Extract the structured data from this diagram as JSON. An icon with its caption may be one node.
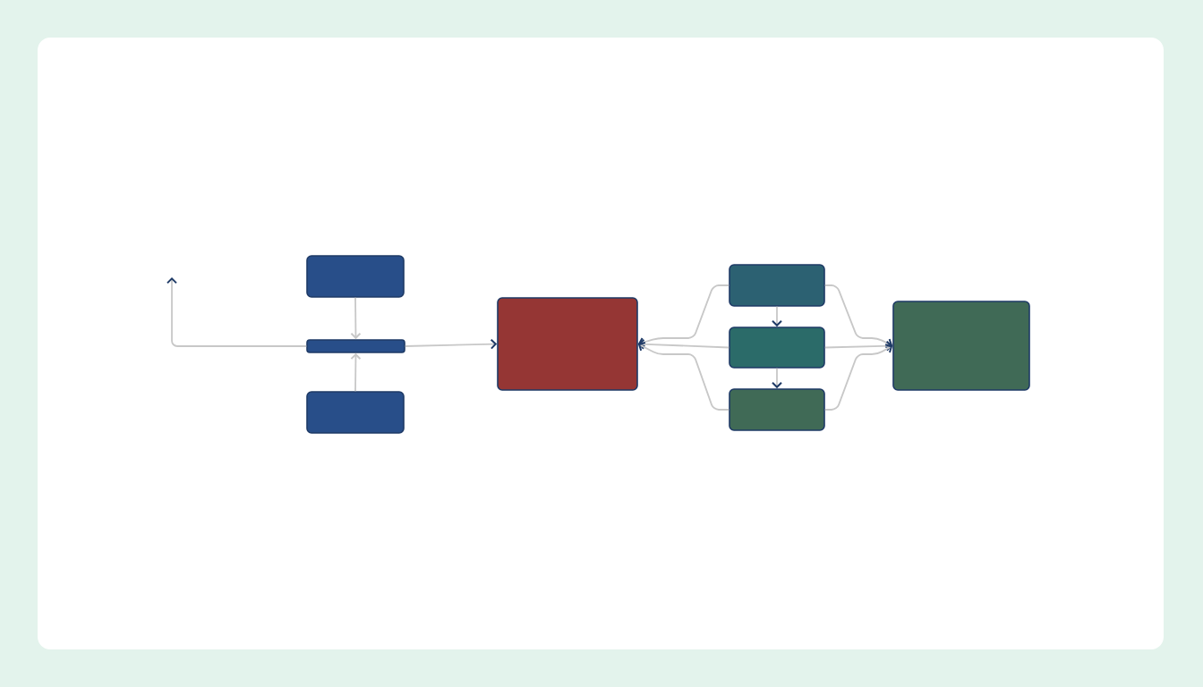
{
  "diagram": {
    "nodes": [
      {
        "text": [],
        "shape": "box"
      },
      {
        "text": [],
        "shape": "bar"
      },
      {
        "text": [],
        "shape": "box"
      },
      {
        "text": [],
        "shape": "box"
      },
      {
        "text": [],
        "shape": "box"
      },
      {
        "text": [],
        "shape": "box"
      },
      {
        "text": [],
        "shape": "box"
      },
      {
        "text": [],
        "shape": "box"
      }
    ],
    "edges": [
      {
        "from": 0,
        "to": 1,
        "arrow": "to",
        "color": "#c8c8c8"
      },
      {
        "from": 2,
        "to": 1,
        "arrow": "to",
        "color": "#c8c8c8"
      },
      {
        "from": 1,
        "to": null,
        "arrow": "to"
      },
      {
        "from": 1,
        "to": 3,
        "arrow": "to"
      },
      {
        "from": 4,
        "to": 3,
        "arrow": "to"
      },
      {
        "from": 5,
        "to": 3,
        "arrow": "to"
      },
      {
        "from": 6,
        "to": 3,
        "arrow": "to"
      },
      {
        "from": 4,
        "to": 5,
        "arrow": "to"
      },
      {
        "from": 5,
        "to": 6,
        "arrow": "to"
      },
      {
        "from": 4,
        "to": 7,
        "arrow": "to"
      },
      {
        "from": 5,
        "to": 7,
        "arrow": "to"
      },
      {
        "from": 6,
        "to": 7,
        "arrow": "to"
      }
    ]
  }
}
